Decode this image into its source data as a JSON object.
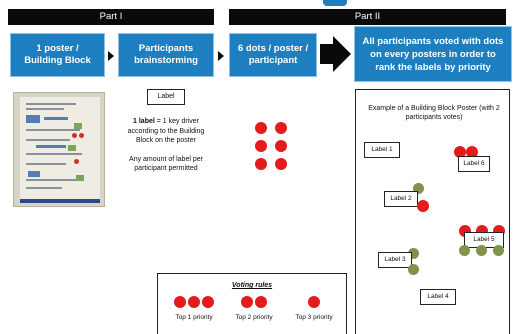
{
  "parts": {
    "part1": "Part I",
    "part2": "Part II"
  },
  "steps": [
    {
      "text": "1 poster / Building Block"
    },
    {
      "text": "Participants brainstorming"
    },
    {
      "text": "6 dots / poster / participant"
    },
    {
      "text": "All participants voted with dots on every posters in order to rank the labels by priority"
    }
  ],
  "label_box": "Label",
  "explanation": {
    "bold": "1 label",
    "rest": " = 1 key driver according to the Building Block on the poster",
    "note": "Any amount of label per participant permitted"
  },
  "dots_per_participant": 6,
  "poster": {
    "caption": "Example of a Building Block Poster (with 2 participants votes)",
    "labels": [
      "Label 1",
      "Label 6",
      "Label 2",
      "Label 5",
      "Label 3",
      "Label 4"
    ]
  },
  "voting_rules": {
    "title": "Voting rules",
    "rules": [
      {
        "dots": 3,
        "text": "Top 1 priority"
      },
      {
        "dots": 2,
        "text": "Top 2 priority"
      },
      {
        "dots": 1,
        "text": "Top 3 priority"
      }
    ]
  },
  "colors": {
    "step_blue": "#1e7fc0",
    "bar_black": "#0a0a0a",
    "vote_red": "#e31b1b",
    "vote_green": "#7f934a"
  }
}
